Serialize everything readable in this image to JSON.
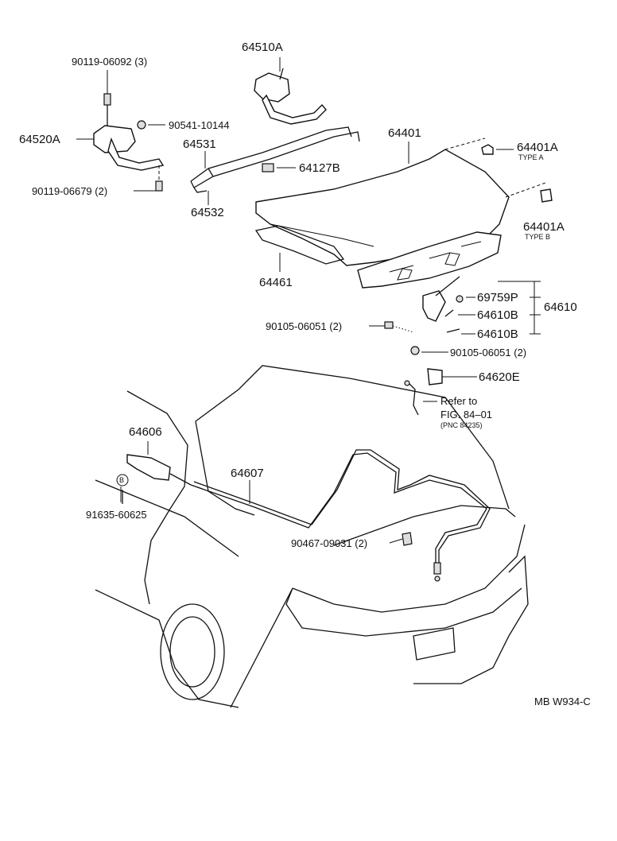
{
  "labels": {
    "p90119_06092": "90119-06092 (3)",
    "p64510a": "64510A",
    "p64520a": "64520A",
    "p90541_10144": "90541-10144",
    "p64531": "64531",
    "p64401": "64401",
    "p64401a_a": "64401A",
    "type_a": "TYPE A",
    "p64127b": "64127B",
    "p90119_06679": "90119-06679 (2)",
    "p64532": "64532",
    "p64401a_b": "64401A",
    "type_b": "TYPE B",
    "p64461": "64461",
    "p69759p": "69759P",
    "p64610": "64610",
    "p90105_06051_l": "90105-06051 (2)",
    "p64610b_1": "64610B",
    "p64610b_2": "64610B",
    "p90105_06051_r": "90105-06051 (2)",
    "p64620e": "64620E",
    "refer_to": "Refer to",
    "fig_ref": "FIG. 84–01",
    "pnc_ref": "(PNC 84235)",
    "p64606": "64606",
    "circle_b": "B",
    "p64607": "64607",
    "p91635_60625": "91635-60625",
    "p90467_09031": "90467-09031 (2)",
    "mb_code": "MB W934-C"
  }
}
